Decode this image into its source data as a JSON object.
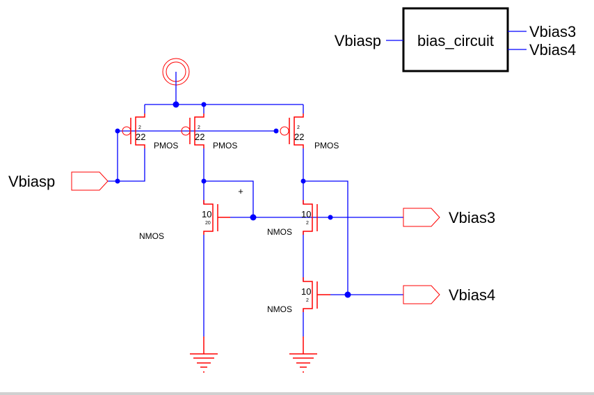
{
  "symbol": {
    "name": "bias_circuit",
    "input_pins": [
      "Vbiasp"
    ],
    "output_pins": [
      "Vbias3",
      "Vbias4"
    ]
  },
  "ports": {
    "input": "Vbiasp",
    "output1": "Vbias3",
    "output2": "Vbias4"
  },
  "transistors": [
    {
      "type": "PMOS",
      "width": "22",
      "length": "2"
    },
    {
      "type": "PMOS",
      "width": "22",
      "length": "2"
    },
    {
      "type": "PMOS",
      "width": "22",
      "length": "2"
    },
    {
      "type": "NMOS",
      "width": "10",
      "length": "20"
    },
    {
      "type": "NMOS",
      "width": "10",
      "length": "2"
    },
    {
      "type": "NMOS",
      "width": "10",
      "length": "2"
    }
  ],
  "cursor_marker": "+",
  "colors": {
    "wire": "#0000ff",
    "component": "#ff0000",
    "text": "#000000",
    "symbol_border": "#000000"
  }
}
